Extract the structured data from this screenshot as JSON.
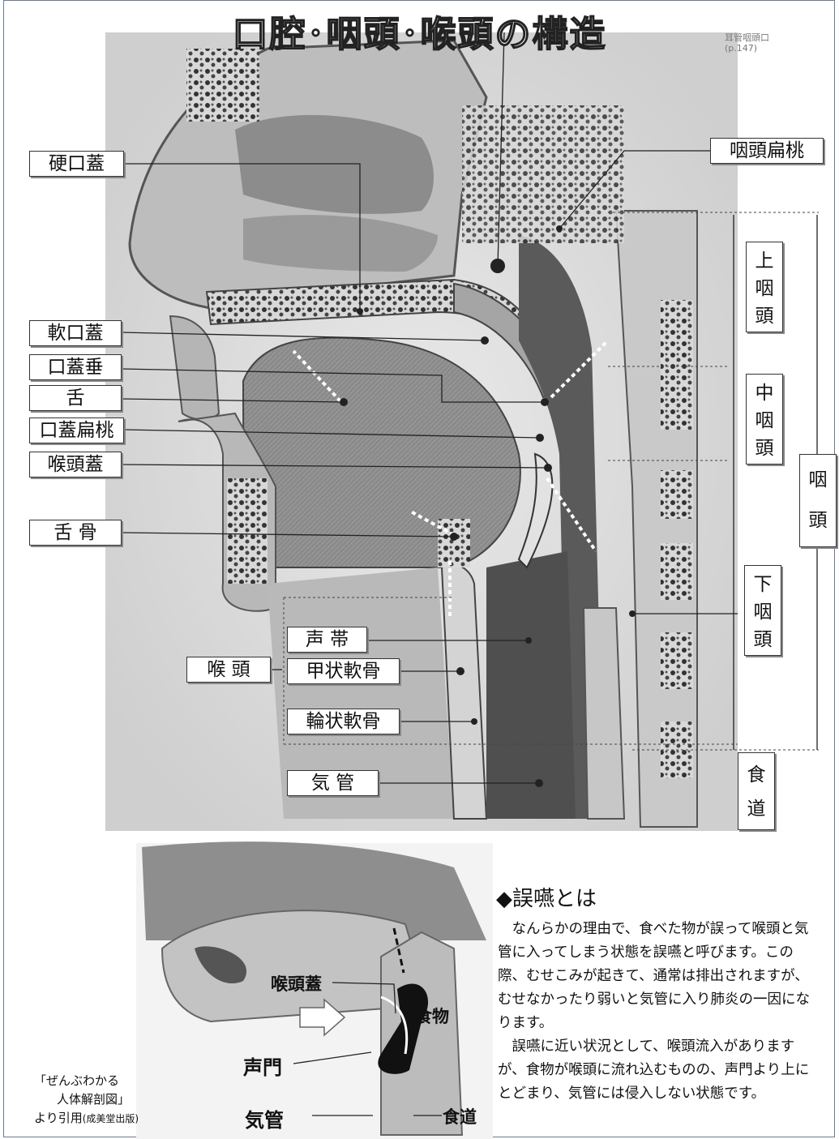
{
  "title": "口腔･咽頭･喉頭の構造",
  "top_note": {
    "line1": "耳管咽頭口",
    "line2": "(p.147)"
  },
  "labels": {
    "hard_palate": "硬口蓋",
    "soft_palate": "軟口蓋",
    "uvula": "口蓋垂",
    "tongue": "舌",
    "palatine_tonsil": "口蓋扁桃",
    "epiglottis": "喉頭蓋",
    "hyoid": "舌 骨",
    "vocal_cord": "声 帯",
    "larynx": "喉 頭",
    "thyroid_cartilage": "甲状軟骨",
    "cricoid_cartilage": "輪状軟骨",
    "trachea": "気 管",
    "pharyngeal_tonsil": "咽頭扁桃",
    "upper_pharynx": [
      "上",
      "咽",
      "頭"
    ],
    "mid_pharynx": [
      "中",
      "咽",
      "頭"
    ],
    "lower_pharynx": [
      "下",
      "咽",
      "頭"
    ],
    "pharynx": [
      "咽",
      "頭"
    ],
    "esophagus": [
      "食",
      "道"
    ]
  },
  "inset": {
    "epiglottis": "喉頭蓋",
    "food": "食物",
    "glottis": "声門",
    "trachea": "気管",
    "esophagus": "食道"
  },
  "aspiration": {
    "heading": "◆誤嚥とは",
    "paragraph1": "なんらかの理由で、食べた物が誤って喉頭と気管に入ってしまう状態を誤嚥と呼びます。この際、むせこみが起きて、通常は排出されますが、むせなかったり弱いと気管に入り肺炎の一因になります。",
    "paragraph2": "誤嚥に近い状況として、喉頭流入がありますが、食物が喉頭に流れ込むものの、声門より上にとどまり、気管には侵入しない状態です。"
  },
  "citation": {
    "line1": "「ぜんぶわかる",
    "line2": "人体解剖図」",
    "line3": "より引用",
    "line3_small": "(成美堂出版)"
  }
}
